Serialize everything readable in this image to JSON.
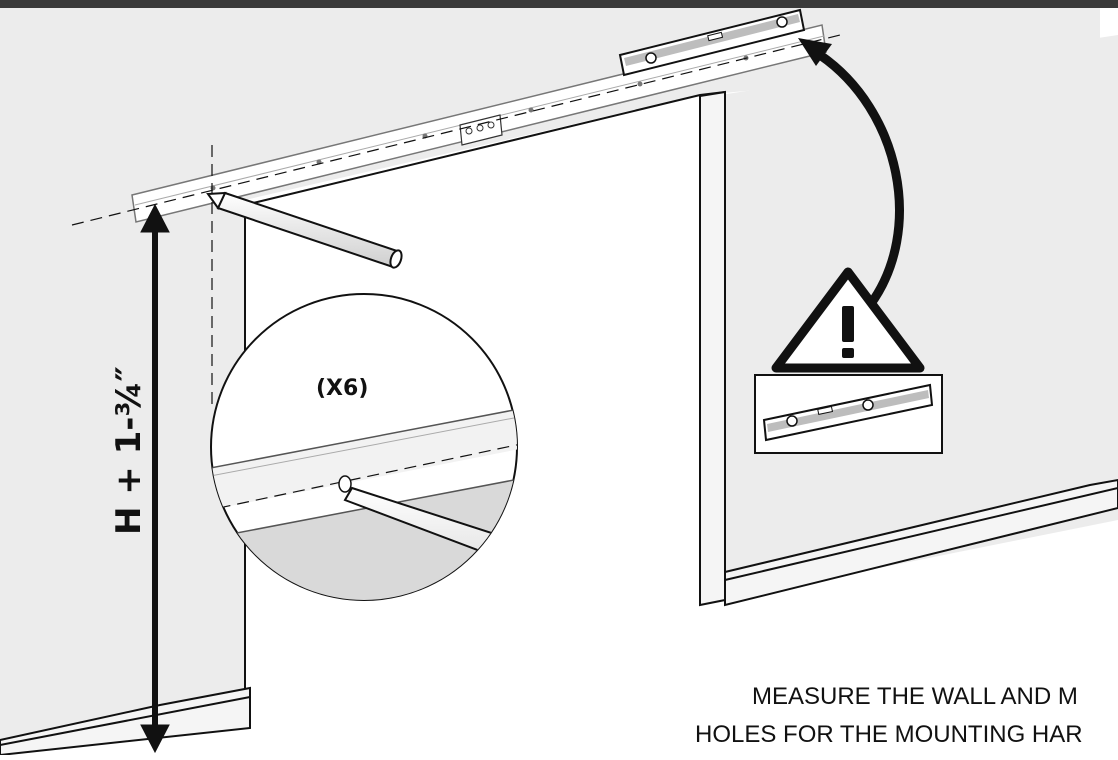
{
  "illustration": {
    "dimension_label": "H + 1-¾″",
    "zoom_label": "(X6)",
    "caption_lines": [
      "MEASURE THE WALL AND M",
      "HOLES FOR THE MOUNTING HAR"
    ],
    "warning_icon": "warning-triangle-icon",
    "level_icon": "spirit-level-icon",
    "pencil_icon": "pencil-icon",
    "colors": {
      "wall": "#ececec",
      "top_bar": "#3a3a3a",
      "line": "#111111",
      "zoom_band": "#d9d9d9"
    }
  }
}
